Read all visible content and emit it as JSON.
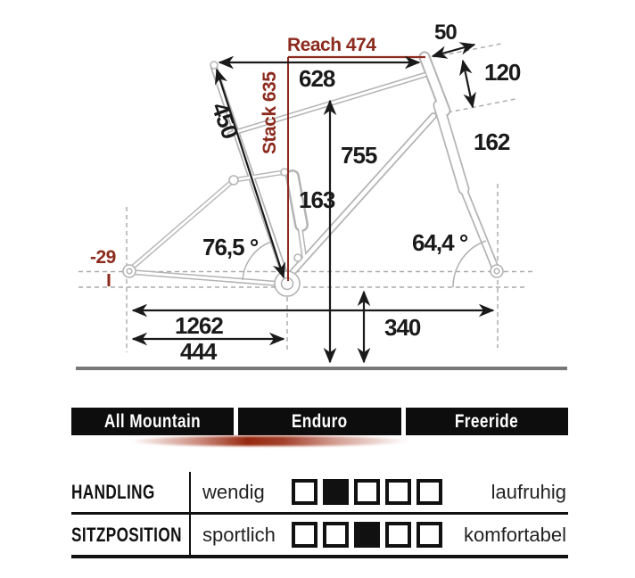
{
  "diagram": {
    "labels": {
      "reach": "Reach 474",
      "stack": "Stack 635",
      "top_tube_horizontal": "628",
      "stem": "50",
      "head_tube": "120",
      "fork_travel": "162",
      "seat_tube": "450",
      "standover": "755",
      "shock": "163",
      "seat_angle": "76,5 °",
      "head_angle": "64,4 °",
      "bb_drop": "-29",
      "wheelbase": "1262",
      "chainstay": "444",
      "bb_height": "340"
    },
    "colors": {
      "dimension_red": "#8b2a1d",
      "dimension_black": "#1a1a1a",
      "frame_gray": "#b4b4b4",
      "dash_gray": "#a9a9a9",
      "ground_gray": "#787878"
    }
  },
  "categories": {
    "items": [
      {
        "label": "All Mountain"
      },
      {
        "label": "Enduro"
      },
      {
        "label": "Freeride"
      }
    ]
  },
  "ratings": {
    "rows": [
      {
        "name": "HANDLING",
        "left": "wendig",
        "right": "laufruhig",
        "scale": 5,
        "filled_index": 2
      },
      {
        "name": "SITZPOSITION",
        "left": "sportlich",
        "right": "komfortabel",
        "scale": 5,
        "filled_index": 3
      }
    ]
  }
}
